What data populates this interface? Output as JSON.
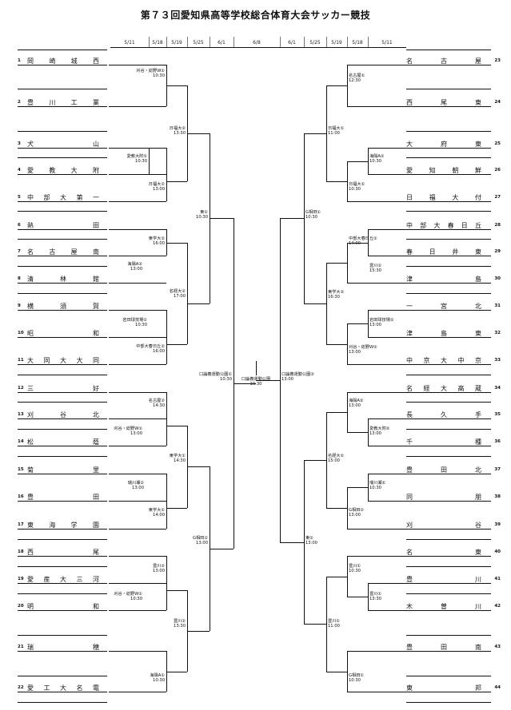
{
  "title": "第７３回愛知県高等学校総合体育大会サッカー競技",
  "header_dates": {
    "left": [
      "5/11",
      "5/18",
      "5/19",
      "5/25",
      "6/1"
    ],
    "center": "6/8",
    "right": [
      "6/1",
      "5/25",
      "5/19",
      "5/18",
      "5/11"
    ]
  },
  "left_teams": [
    {
      "no": "1",
      "name": "岡崎城西"
    },
    {
      "no": "2",
      "name": "豊川工業"
    },
    {
      "no": "3",
      "name": "犬山"
    },
    {
      "no": "4",
      "name": "愛教大附"
    },
    {
      "no": "5",
      "name": "中部大第一"
    },
    {
      "no": "6",
      "name": "熱田"
    },
    {
      "no": "7",
      "name": "名古屋南"
    },
    {
      "no": "8",
      "name": "清林館"
    },
    {
      "no": "9",
      "name": "横須賀"
    },
    {
      "no": "10",
      "name": "昭和"
    },
    {
      "no": "11",
      "name": "大同大大同"
    },
    {
      "no": "12",
      "name": "三好"
    },
    {
      "no": "13",
      "name": "刈谷北"
    },
    {
      "no": "14",
      "name": "松蔭"
    },
    {
      "no": "15",
      "name": "菊里"
    },
    {
      "no": "16",
      "name": "豊田"
    },
    {
      "no": "17",
      "name": "東海学園"
    },
    {
      "no": "18",
      "name": "西尾"
    },
    {
      "no": "19",
      "name": "愛産大三河"
    },
    {
      "no": "20",
      "name": "明和"
    },
    {
      "no": "21",
      "name": "瑞穂"
    },
    {
      "no": "22",
      "name": "愛工大名電"
    }
  ],
  "right_teams": [
    {
      "no": "23",
      "name": "名古屋"
    },
    {
      "no": "24",
      "name": "西尾東"
    },
    {
      "no": "25",
      "name": "大府東"
    },
    {
      "no": "26",
      "name": "愛知朝鮮"
    },
    {
      "no": "27",
      "name": "日福大付"
    },
    {
      "no": "28",
      "name": "中部大春日丘"
    },
    {
      "no": "29",
      "name": "春日井東"
    },
    {
      "no": "30",
      "name": "津島"
    },
    {
      "no": "31",
      "name": "一宮北"
    },
    {
      "no": "32",
      "name": "津島東"
    },
    {
      "no": "33",
      "name": "中京大中京"
    },
    {
      "no": "34",
      "name": "名経大高蔵"
    },
    {
      "no": "35",
      "name": "長久手"
    },
    {
      "no": "36",
      "name": "千種"
    },
    {
      "no": "37",
      "name": "豊田北"
    },
    {
      "no": "38",
      "name": "同朋"
    },
    {
      "no": "39",
      "name": "刈谷"
    },
    {
      "no": "40",
      "name": "名東"
    },
    {
      "no": "41",
      "name": "豊川"
    },
    {
      "no": "42",
      "name": "木曽川"
    },
    {
      "no": "43",
      "name": "豊田南"
    },
    {
      "no": "44",
      "name": "東邦"
    }
  ],
  "venues": {
    "L_r1_a": [
      "刈谷・総野W①",
      "10:30"
    ],
    "L_r2_a": [
      "愛教大附①",
      "10:30"
    ],
    "L_r2_b": [
      "日福大②",
      "13:00"
    ],
    "L_r3_a": [
      "日福大②",
      "13:30"
    ],
    "L_r2_c": [
      "東学大②",
      "16:00"
    ],
    "L_r1_b": [
      "海陽A②",
      "13:00"
    ],
    "L_r2_d": [
      "岩田球技場①",
      "10:30"
    ],
    "L_r1_c": [
      "中部大春日丘②",
      "16:00"
    ],
    "L_r3_b": [
      "名経大②",
      "17:00"
    ],
    "L_r4_a": [
      "東①",
      "10:30"
    ],
    "L_r2_e": [
      "名古屋②",
      "14:30"
    ],
    "L_r1_d": [
      "刈谷・総野W②",
      "13:00"
    ],
    "L_r2_f": [
      "瑞川瀬②",
      "13:00"
    ],
    "L_r3_c": [
      "東学大①",
      "14:30"
    ],
    "L_r2_g": [
      "東学大①",
      "14:00"
    ],
    "L_r2_h": [
      "豊川②",
      "13:00"
    ],
    "L_r1_e": [
      "刈谷・総野W①",
      "10:30"
    ],
    "L_r3_d": [
      "豊川②",
      "13:30"
    ],
    "L_r2_i": [
      "海陽A①",
      "10:30"
    ],
    "L_r4_b": [
      "G相田②",
      "13:00"
    ],
    "L_semi": [
      "口論義運動公園①",
      "10:30"
    ],
    "final": [
      "口論義運動公園",
      "10:30"
    ],
    "R_semi": [
      "口論義運動公園②",
      "13:00"
    ],
    "R_r2_a": [
      "名古屋①",
      "12:30"
    ],
    "R_r3_a": [
      "日福大①",
      "11:00"
    ],
    "R_r1_a": [
      "海陽A①",
      "10:30"
    ],
    "R_r2_b": [
      "日福大①",
      "10:30"
    ],
    "R_r4_a": [
      "G相田①",
      "10:30"
    ],
    "R_r2_c": [
      "中部大春日丘①",
      "14:00"
    ],
    "R_r1_b": [
      "豊川②",
      "15:30"
    ],
    "R_r3_b": [
      "東学大②",
      "16:30"
    ],
    "R_r1_c": [
      "岩田球技場②",
      "13:00"
    ],
    "R_r2_d": [
      "刈谷・総野W②",
      "13:00"
    ],
    "R_r2_e": [
      "海陽A②",
      "13:00"
    ],
    "R_r1_d": [
      "愛教大附②",
      "13:00"
    ],
    "R_r3_c": [
      "名経大①",
      "15:00"
    ],
    "R_r1_e": [
      "瑞川瀬①",
      "10:30"
    ],
    "R_r2_f": [
      "G相田②",
      "13:00"
    ],
    "R_r4_b": [
      "東②",
      "13:00"
    ],
    "R_r2_g": [
      "豊川①",
      "10:30"
    ],
    "R_r1_f": [
      "豊川①",
      "13:30"
    ],
    "R_r3_d": [
      "豊川①",
      "11:00"
    ],
    "R_r2_h": [
      "G相田①",
      "10:30"
    ]
  }
}
